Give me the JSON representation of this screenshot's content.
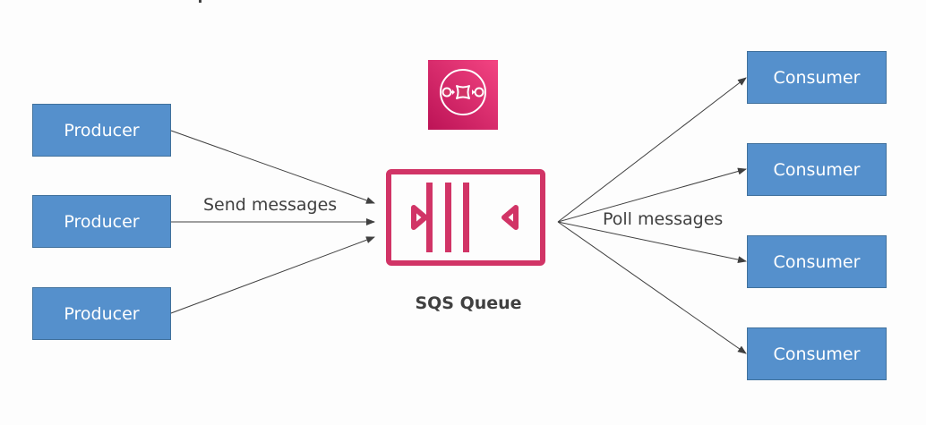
{
  "diagram": {
    "producers": [
      {
        "label": "Producer"
      },
      {
        "label": "Producer"
      },
      {
        "label": "Producer"
      }
    ],
    "consumers": [
      {
        "label": "Consumer"
      },
      {
        "label": "Consumer"
      },
      {
        "label": "Consumer"
      },
      {
        "label": "Consumer"
      }
    ],
    "send_label": "Send messages",
    "poll_label": "Poll messages",
    "queue_label": "SQS Queue",
    "service_icon": "amazon-sqs-icon",
    "queue_icon": "sqs-queue-icon",
    "colors": {
      "box_fill": "#5590cc",
      "box_border": "#41719c",
      "sqs_pink": "#d13466",
      "sqs_gradient_top": "#f34482",
      "sqs_gradient_bottom": "#bc1356",
      "arrow": "#404040",
      "text": "#404040"
    },
    "edges": [
      {
        "from": "producer-1",
        "to": "sqs-queue"
      },
      {
        "from": "producer-2",
        "to": "sqs-queue"
      },
      {
        "from": "producer-3",
        "to": "sqs-queue"
      },
      {
        "from": "sqs-queue",
        "to": "consumer-1"
      },
      {
        "from": "sqs-queue",
        "to": "consumer-2"
      },
      {
        "from": "sqs-queue",
        "to": "consumer-3"
      },
      {
        "from": "sqs-queue",
        "to": "consumer-4"
      }
    ]
  }
}
